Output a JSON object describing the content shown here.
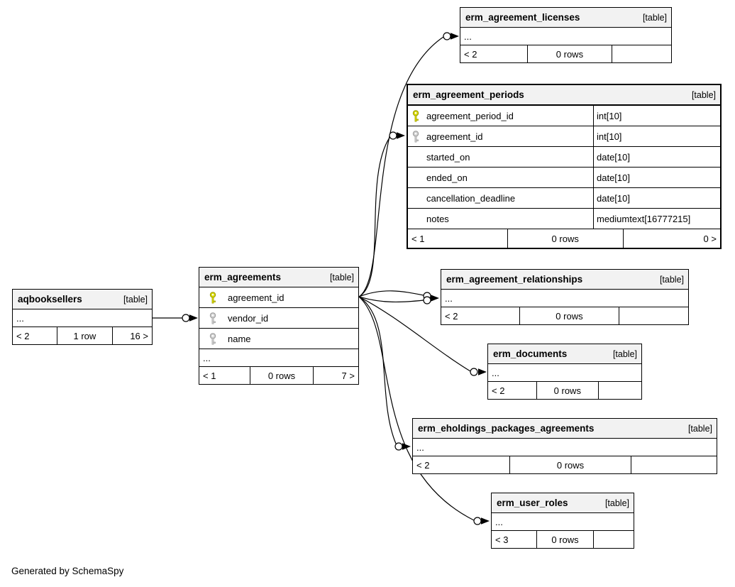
{
  "diagram": {
    "generator_note": "Generated by SchemaSpy",
    "colors": {
      "primary_key": "#d9d900",
      "primary_key_stroke": "#9a9a00",
      "foreign_key": "#cfcfcf",
      "foreign_key_stroke": "#9a9a9a",
      "header_bg": "#f2f2f2",
      "line": "#000000"
    },
    "tables": [
      {
        "id": "erm_agreement_licenses",
        "name": "erm_agreement_licenses",
        "badge": "[table]",
        "emphasized": false,
        "rows": [
          {
            "label": "...",
            "icon": null,
            "type": null
          }
        ],
        "footer": {
          "left": "< 2",
          "center": "0 rows",
          "right": ""
        }
      },
      {
        "id": "erm_agreement_periods",
        "name": "erm_agreement_periods",
        "badge": "[table]",
        "emphasized": true,
        "rows": [
          {
            "label": "agreement_period_id",
            "icon": "primary-key-icon",
            "type": "int[10]"
          },
          {
            "label": "agreement_id",
            "icon": "foreign-key-icon",
            "type": "int[10]"
          },
          {
            "label": "started_on",
            "icon": null,
            "type": "date[10]"
          },
          {
            "label": "ended_on",
            "icon": null,
            "type": "date[10]"
          },
          {
            "label": "cancellation_deadline",
            "icon": null,
            "type": "date[10]"
          },
          {
            "label": "notes",
            "icon": null,
            "type": "mediumtext[16777215]"
          }
        ],
        "footer": {
          "left": "< 1",
          "center": "0 rows",
          "right": "0 >"
        }
      },
      {
        "id": "erm_agreements",
        "name": "erm_agreements",
        "badge": "[table]",
        "emphasized": false,
        "rows": [
          {
            "label": "agreement_id",
            "icon": "primary-key-icon",
            "type": null
          },
          {
            "label": "vendor_id",
            "icon": "foreign-key-icon",
            "type": null
          },
          {
            "label": "name",
            "icon": "foreign-key-icon",
            "type": null
          },
          {
            "label": "...",
            "icon": null,
            "type": null
          }
        ],
        "footer": {
          "left": "< 1",
          "center": "0 rows",
          "right": "7 >"
        }
      },
      {
        "id": "aqbooksellers",
        "name": "aqbooksellers",
        "badge": "[table]",
        "emphasized": false,
        "rows": [
          {
            "label": "...",
            "icon": null,
            "type": null
          }
        ],
        "footer": {
          "left": "< 2",
          "center": "1 row",
          "right": "16 >"
        }
      },
      {
        "id": "erm_agreement_relationships",
        "name": "erm_agreement_relationships",
        "badge": "[table]",
        "emphasized": false,
        "rows": [
          {
            "label": "...",
            "icon": null,
            "type": null
          }
        ],
        "footer": {
          "left": "< 2",
          "center": "0 rows",
          "right": ""
        }
      },
      {
        "id": "erm_documents",
        "name": "erm_documents",
        "badge": "[table]",
        "emphasized": false,
        "rows": [
          {
            "label": "...",
            "icon": null,
            "type": null
          }
        ],
        "footer": {
          "left": "< 2",
          "center": "0 rows",
          "right": ""
        }
      },
      {
        "id": "erm_eholdings_packages_agreements",
        "name": "erm_eholdings_packages_agreements",
        "badge": "[table]",
        "emphasized": false,
        "rows": [
          {
            "label": "...",
            "icon": null,
            "type": null
          }
        ],
        "footer": {
          "left": "< 2",
          "center": "0 rows",
          "right": ""
        }
      },
      {
        "id": "erm_user_roles",
        "name": "erm_user_roles",
        "badge": "[table]",
        "emphasized": false,
        "rows": [
          {
            "label": "...",
            "icon": null,
            "type": null
          }
        ],
        "footer": {
          "left": "< 3",
          "center": "0 rows",
          "right": ""
        }
      }
    ],
    "relationships": [
      {
        "from": "erm_agreements.agreement_id",
        "to": "erm_agreement_licenses"
      },
      {
        "from": "erm_agreements.agreement_id",
        "to": "erm_agreement_periods.agreement_id"
      },
      {
        "from": "erm_agreements.agreement_id",
        "to": "erm_agreement_relationships"
      },
      {
        "from": "erm_agreements.agreement_id",
        "to": "erm_agreement_relationships"
      },
      {
        "from": "erm_agreements.agreement_id",
        "to": "erm_documents"
      },
      {
        "from": "erm_agreements.agreement_id",
        "to": "erm_eholdings_packages_agreements"
      },
      {
        "from": "erm_agreements.agreement_id",
        "to": "erm_user_roles"
      },
      {
        "from": "aqbooksellers",
        "to": "erm_agreements.vendor_id"
      }
    ]
  }
}
